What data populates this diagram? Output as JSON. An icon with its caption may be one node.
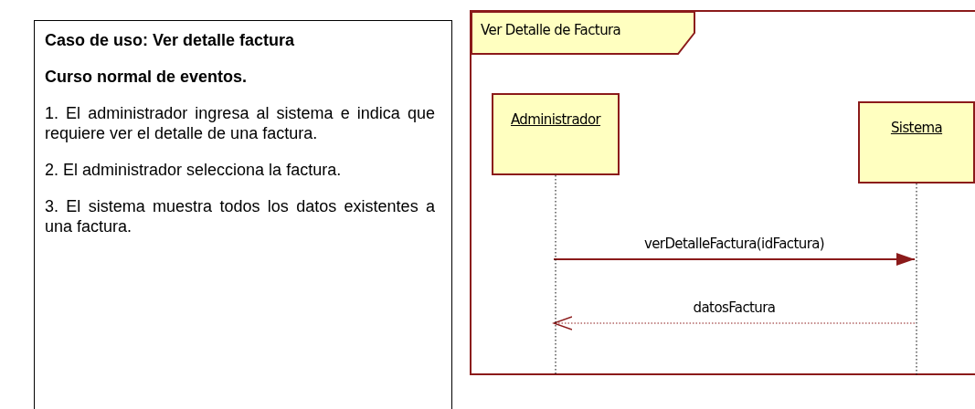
{
  "diagram": {
    "nodes": [
      {
        "text": [
          "Caso de uso: Ver detalle factura",
          "Curso normal de eventos.",
          "1. El administrador ingresa al sistema e indica que requiere ver el detalle de una factura.",
          "2. El administrador selecciona la factura.",
          "3. El sistema muestra todos los datos existentes  a una factura."
        ]
      },
      {
        "text": [
          "Ver Detalle de Factura"
        ]
      },
      {
        "text": [
          "Administrador"
        ],
        "in": 1
      },
      {
        "text": [
          "Sistema"
        ],
        "in": 1
      }
    ],
    "edges": [
      {
        "from": 2,
        "to": 3,
        "arrow": "to",
        "label": "verDetalleFactura(idFactura)"
      },
      {
        "from": 3,
        "to": 2,
        "arrow": "to",
        "label": "datosFactura",
        "style": "dashed"
      }
    ]
  }
}
